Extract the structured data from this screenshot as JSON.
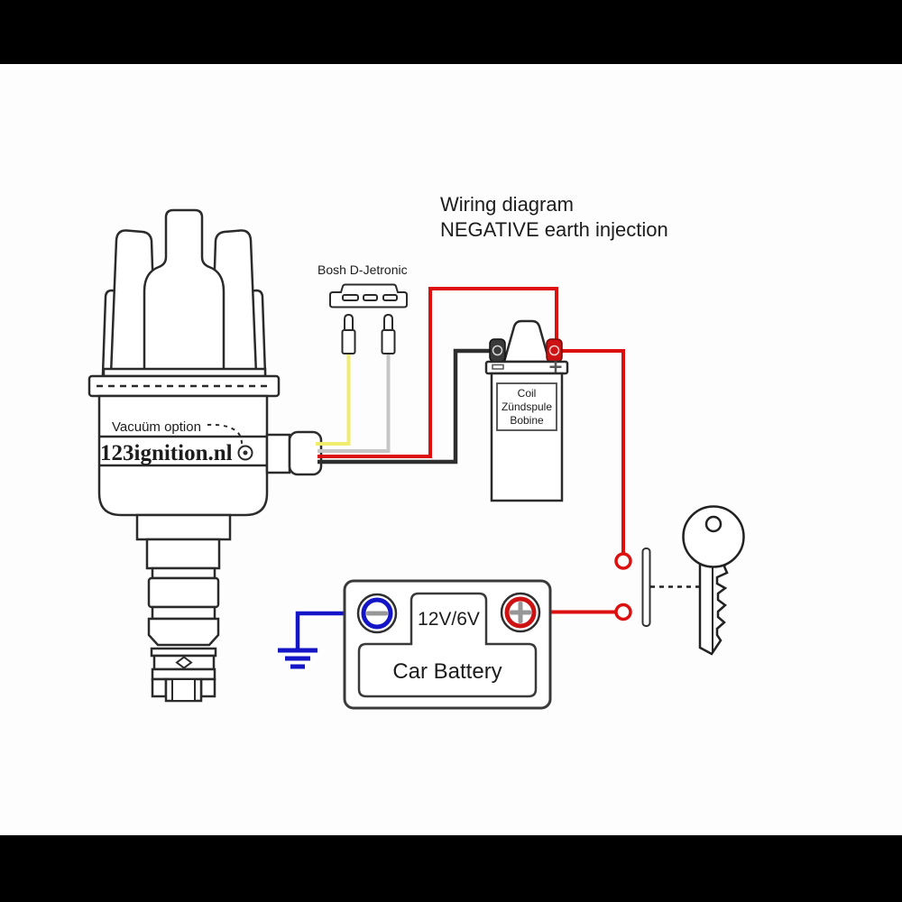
{
  "scene": {
    "letterbox_color": "#000000",
    "background_color": "#fdfdfd"
  },
  "title": {
    "line1": "Wiring diagram",
    "line2": "NEGATIVE earth injection"
  },
  "connector": {
    "label": "Bosh D-Jetronic"
  },
  "distributor": {
    "vacuum_label": "Vacuüm option",
    "brand_label": "123ignition.nl"
  },
  "coil": {
    "label_line1": "Coil",
    "label_line2": "Zündspule",
    "label_line3": "Bobine"
  },
  "battery": {
    "voltage_label": "12V/6V",
    "name_label": "Car Battery",
    "negative_symbol": "−",
    "positive_symbol": "+"
  },
  "colors": {
    "wire_red": "#dd1010",
    "wire_yellow": "#f0ec6e",
    "wire_gray": "#c6c6c6",
    "wire_black": "#2e2e2e",
    "wire_blue": "#1515c8",
    "outline": "#2b2b2b",
    "coil_negative_terminal": "#3a3a3a",
    "coil_positive_terminal": "#cc1212",
    "battery_negative_ring": "#1515c8",
    "battery_positive_ring": "#cc1212",
    "terminal_symbol_gray": "#979797"
  }
}
